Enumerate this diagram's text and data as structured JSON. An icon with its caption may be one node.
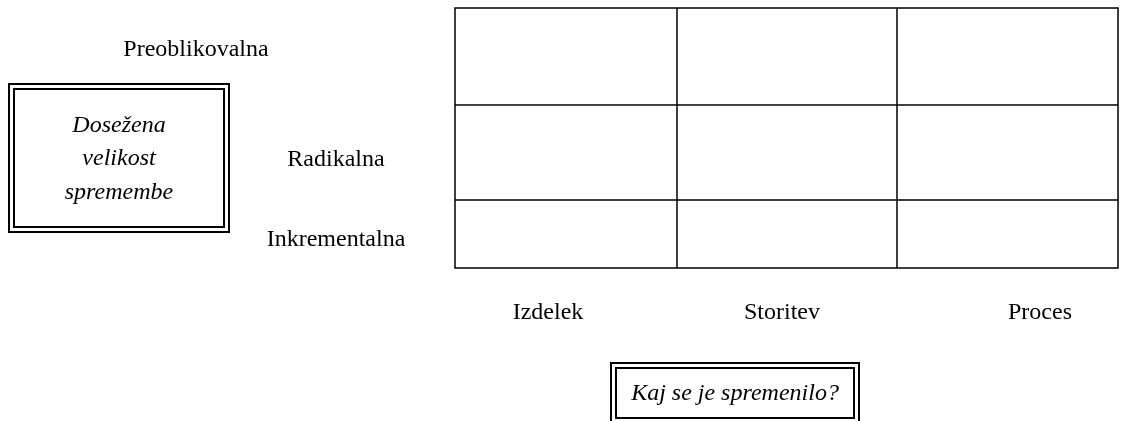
{
  "diagram": {
    "nodes": [
      {
        "text": [
          "Dosežena velikost spremembe"
        ]
      },
      {
        "text": [
          "Kaj se je spremenilo?"
        ]
      }
    ],
    "labels": [
      "Preoblikovalna",
      "Radikalna",
      "Inkrementalna",
      "Izdelek",
      "Storitev",
      "Proces"
    ]
  }
}
